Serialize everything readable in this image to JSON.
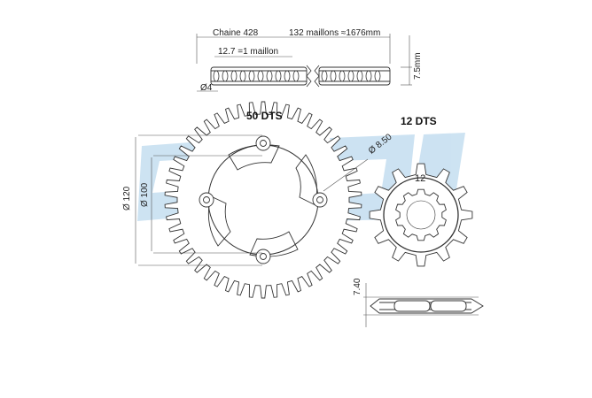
{
  "chain": {
    "type_label": "Chaine 428",
    "length_label": "132 maillons ≈1676mm",
    "pitch_label": "12.7 =1 maillon",
    "pin_diameter_label": "Ø4",
    "width_label": "7.5mm"
  },
  "rear_sprocket": {
    "teeth_label": "50 DTS",
    "teeth": 50,
    "outer_diameter_label": "Ø 120",
    "bolt_circle_label": "Ø 100",
    "bolt_hole_label": "Ø 8.50",
    "bolt_count": 4
  },
  "front_sprocket": {
    "teeth_label": "12 DTS",
    "teeth": 12,
    "spline_label": "12",
    "spline_count": 10
  },
  "profile": {
    "thickness_label": "7.40"
  },
  "colors": {
    "line": "#333333",
    "dim": "#555555",
    "watermark": "#bcd9ee"
  }
}
